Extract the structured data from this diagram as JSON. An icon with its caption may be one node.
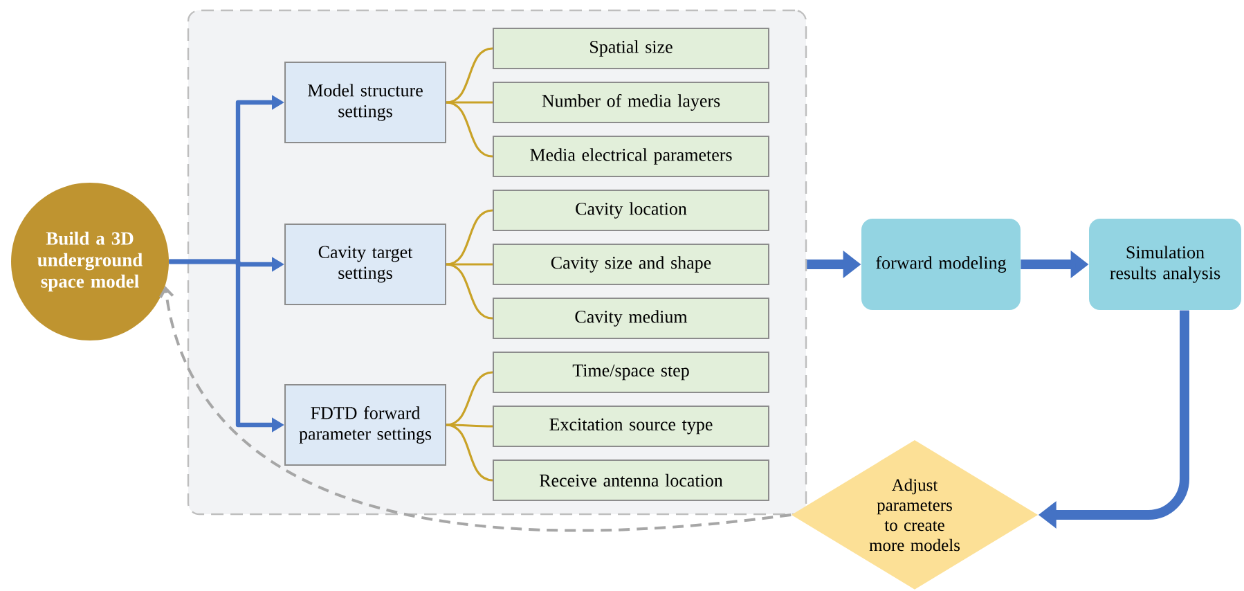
{
  "diagram": {
    "nodes": [
      {
        "text": [
          "Build a 3D underground space model"
        ]
      },
      {
        "text": [],
        "shape": "box"
      },
      {
        "text": [
          "Model structure settings"
        ],
        "in": 1
      },
      {
        "text": [
          "Spatial size"
        ],
        "in": 1
      },
      {
        "text": [
          "Number of media layers"
        ],
        "in": 1
      },
      {
        "text": [
          "Media electrical parameters"
        ],
        "in": 1
      },
      {
        "text": [
          "Cavity target settings"
        ],
        "in": 1
      },
      {
        "text": [
          "Cavity location"
        ],
        "in": 1
      },
      {
        "text": [
          "Cavity size and shape"
        ],
        "in": 1
      },
      {
        "text": [
          "Cavity medium"
        ],
        "in": 1
      },
      {
        "text": [
          "FDTD forward parameter settings"
        ],
        "in": 1
      },
      {
        "text": [
          "Time/space step"
        ],
        "in": 1
      },
      {
        "text": [
          "Excitation source type"
        ],
        "in": 1
      },
      {
        "text": [
          "Receive antenna location"
        ],
        "in": 1
      },
      {
        "text": [
          "forward modeling"
        ]
      },
      {
        "text": [
          "Simulation results analysis"
        ]
      },
      {
        "text": [
          "Adjust parameters to create more models"
        ]
      }
    ],
    "edges": [
      {
        "from": 0,
        "to": 2,
        "arrow": "to",
        "style": "thick",
        "color": "#4472c4"
      },
      {
        "from": 0,
        "to": 6,
        "arrow": "to",
        "style": "thick",
        "color": "#4472c4"
      },
      {
        "from": 0,
        "to": 10,
        "arrow": "to",
        "style": "thick",
        "color": "#4472c4"
      },
      {
        "from": 2,
        "to": 3,
        "arrow": "none",
        "color": "#c9a227"
      },
      {
        "from": 2,
        "to": 4,
        "arrow": "none",
        "color": "#c9a227"
      },
      {
        "from": 2,
        "to": 5,
        "arrow": "none",
        "color": "#c9a227"
      },
      {
        "from": 6,
        "to": 7,
        "arrow": "none",
        "color": "#c9a227"
      },
      {
        "from": 6,
        "to": 8,
        "arrow": "none",
        "color": "#c9a227"
      },
      {
        "from": 6,
        "to": 9,
        "arrow": "none",
        "color": "#c9a227"
      },
      {
        "from": 10,
        "to": 11,
        "arrow": "none",
        "color": "#c9a227"
      },
      {
        "from": 10,
        "to": 12,
        "arrow": "none",
        "color": "#c9a227"
      },
      {
        "from": 10,
        "to": 13,
        "arrow": "none",
        "color": "#c9a227"
      },
      {
        "from": 1,
        "to": 14,
        "arrow": "to",
        "style": "thick",
        "color": "#4472c4"
      },
      {
        "from": 14,
        "to": 15,
        "arrow": "to",
        "style": "thick",
        "color": "#4472c4"
      },
      {
        "from": 15,
        "to": 16,
        "arrow": "to",
        "style": "thick",
        "color": "#4472c4"
      },
      {
        "from": 16,
        "to": 0,
        "arrow": "to",
        "style": "dashed",
        "color": "#a6a6a6"
      }
    ]
  }
}
